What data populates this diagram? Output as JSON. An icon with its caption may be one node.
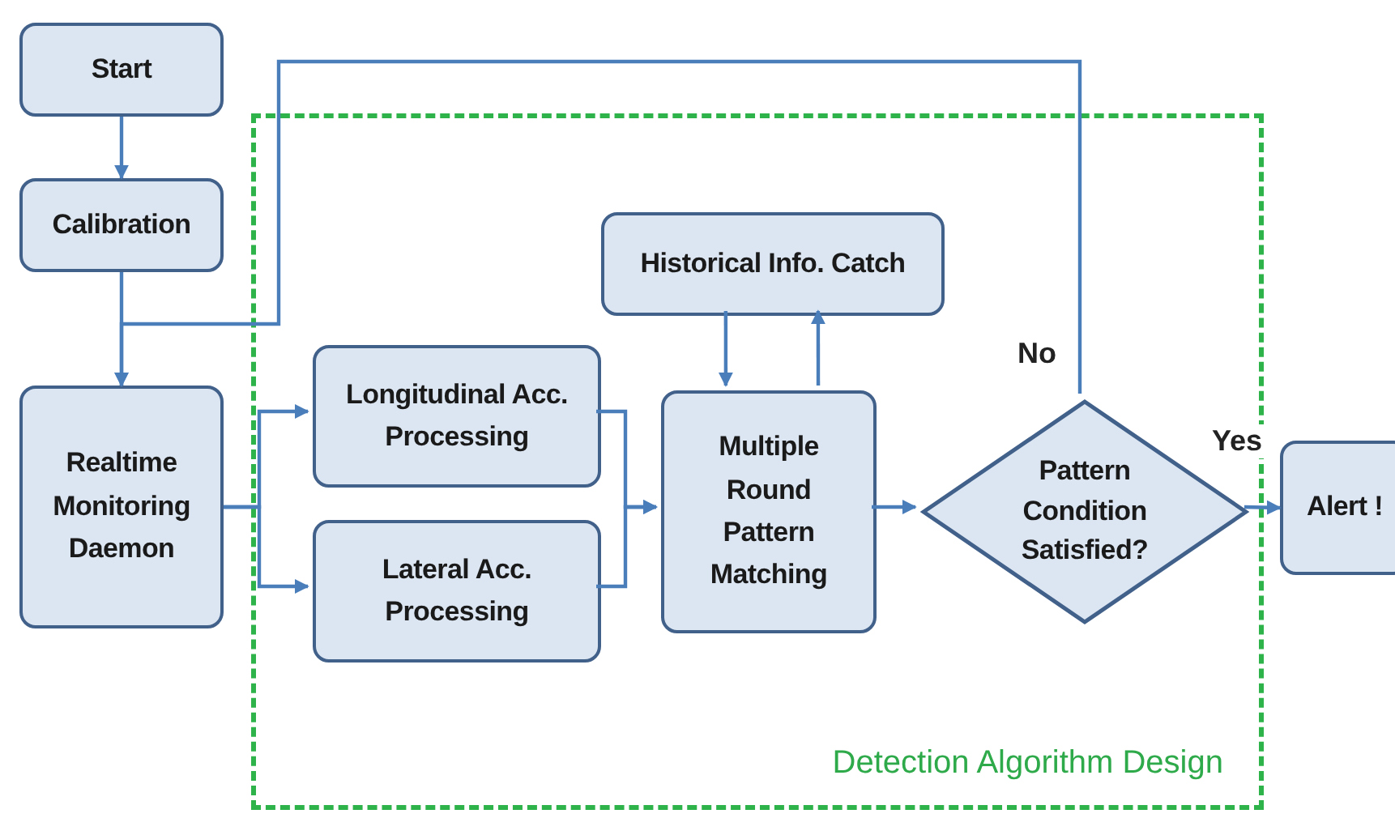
{
  "diagram": {
    "nodes": [
      {
        "text": [
          "Start"
        ]
      },
      {
        "text": [
          "Calibration"
        ]
      },
      {
        "text": [
          "Realtime Monitoring Daemon"
        ]
      },
      {
        "text": [
          "Detection Algorithm Design"
        ]
      },
      {
        "text": [
          "Longitudinal Acc. Processing"
        ],
        "in": 3
      },
      {
        "text": [
          "Lateral Acc. Processing"
        ],
        "in": 3
      },
      {
        "text": [
          "Historical Info. Catch"
        ],
        "in": 3
      },
      {
        "text": [
          "Multiple Round Pattern Matching"
        ],
        "in": 3
      },
      {
        "text": [
          "Pattern Condition Satisfied?"
        ],
        "in": 3
      },
      {
        "text": [
          "Alert !"
        ]
      }
    ],
    "edges": [
      {
        "from": 0,
        "to": 1,
        "arrow": "to"
      },
      {
        "from": 1,
        "to": 2,
        "arrow": "to"
      },
      {
        "from": 2,
        "to": 4,
        "arrow": "to"
      },
      {
        "from": 2,
        "to": 5,
        "arrow": "to"
      },
      {
        "from": 4,
        "to": 7,
        "arrow": "to"
      },
      {
        "from": 5,
        "to": 7,
        "arrow": "to"
      },
      {
        "from": 6,
        "to": 7,
        "arrow": "to"
      },
      {
        "from": 7,
        "to": 6,
        "arrow": "to"
      },
      {
        "from": 7,
        "to": 8,
        "arrow": "to"
      },
      {
        "from": 8,
        "to": 9,
        "label": "Yes",
        "arrow": "to"
      },
      {
        "from": 8,
        "to": 2,
        "label": "No",
        "arrow": "to"
      }
    ]
  }
}
